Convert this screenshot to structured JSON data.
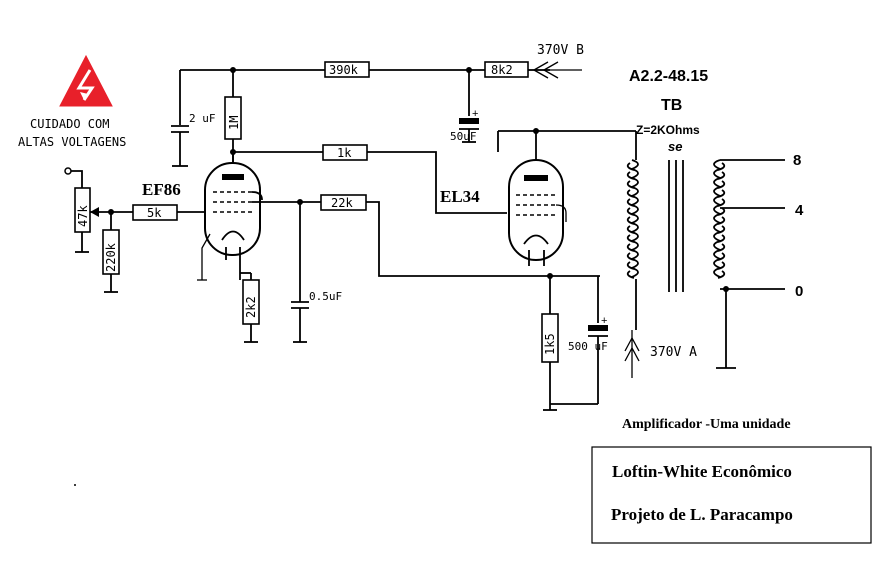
{
  "warning": {
    "line1": "CUIDADO    COM",
    "line2": "ALTAS VOLTAGENS",
    "icon": "high-voltage-warning-icon",
    "color": "#e8202a"
  },
  "supply": {
    "b_label": "370V  B",
    "a_label": "370V  A"
  },
  "model_code": "A2.2-48.15",
  "tubes": {
    "preamp": "EF86",
    "power": "EL34"
  },
  "transformer": {
    "name": "TB",
    "impedance": "Z=2KOhms",
    "type": "se",
    "taps": [
      "8",
      "4",
      "0"
    ]
  },
  "components": {
    "r_390k": "390k",
    "r_8k2": "8k2",
    "r_1M": "1M",
    "r_1k": "1k",
    "r_22k": "22k",
    "r_5k": "5k",
    "r_47k": "47k",
    "r_220k": "220k",
    "r_2k2": "2k2",
    "r_1k5": "1k5",
    "c_2uF": "2 uF",
    "c_50uF": "50uF",
    "c_05uF": "0.5uF",
    "c_500uF": "500 uF",
    "plus": "+"
  },
  "caption": "Amplificador -Uma unidade",
  "title_box": {
    "line1": "Loftin-White Econômico",
    "line2": "Projeto de L. Paracampo"
  }
}
